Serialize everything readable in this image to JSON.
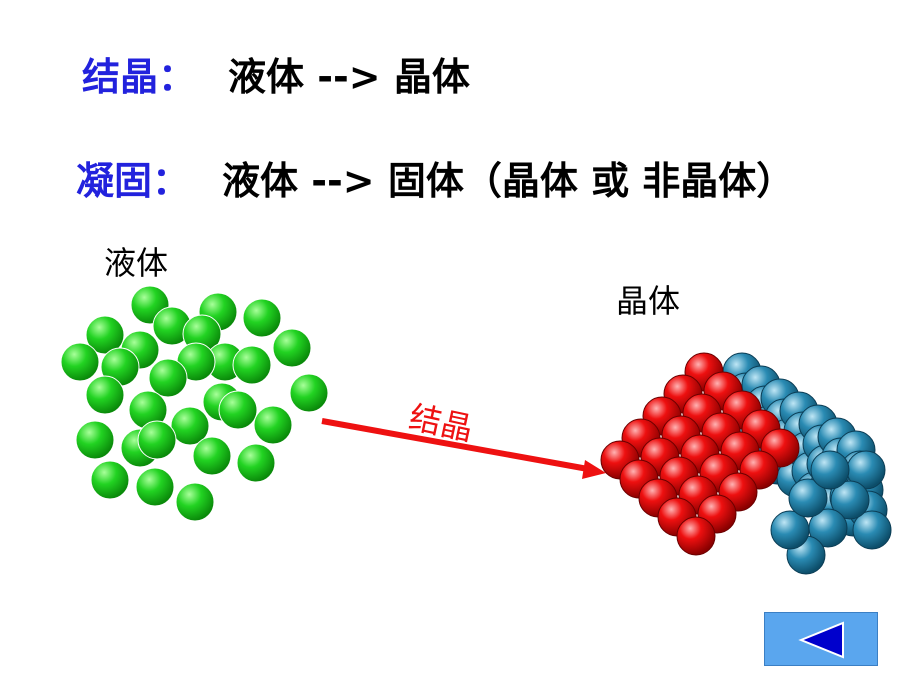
{
  "lines": [
    {
      "term": "结晶：",
      "expr": "液体 --> 晶体"
    },
    {
      "term": "凝固：",
      "expr": "液体 --> 固体（晶体 或 非晶体）"
    }
  ],
  "labels": {
    "liquid": "液体",
    "crystal": "晶体",
    "arrow": "结晶"
  },
  "colors": {
    "term": "#2222dd",
    "arrow": "#ee1111",
    "liquid_ball": "#22cc22",
    "crystal_red": "#dd0000",
    "crystal_blue": "#1a6e93",
    "nav_button": "#5aa6ee",
    "nav_icon": "#0000cc"
  },
  "nav": {
    "icon": "triangle-left-icon"
  }
}
